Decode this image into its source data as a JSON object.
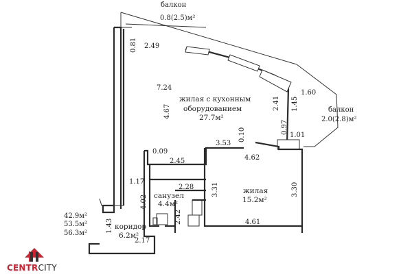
{
  "rooms": {
    "balcony_top": {
      "name": "балкон",
      "area": "0.8(2.5)м²"
    },
    "balcony_right": {
      "name": "балкон",
      "area": "2.0(2.8)м²"
    },
    "living_kitchen": {
      "name_line1": "жилая с кухонным",
      "name_line2": "оборудованием",
      "area": "27.7м²"
    },
    "living": {
      "name": "жилая",
      "area": "15.2м²"
    },
    "bathroom": {
      "name": "санузел",
      "area": "4.4м²"
    },
    "corridor": {
      "name": "коридор",
      "area": "6.2м²"
    }
  },
  "dimensions": {
    "d_081": "0.81",
    "d_249": "2.49",
    "d_724": "7.24",
    "d_467": "4.67",
    "d_241": "2.41",
    "d_145": "1.45",
    "d_160": "1.60",
    "d_097": "0.97",
    "d_101": "1.01",
    "d_010": "0.10",
    "d_353": "3.53",
    "d_462": "4.62",
    "d_009": "0.09",
    "d_245": "2.45",
    "d_117": "1.17",
    "d_228": "2.28",
    "d_331": "3.31",
    "d_330": "3.30",
    "d_402": "4.02",
    "d_242": "2.42",
    "d_461": "4.61",
    "d_143": "1.43",
    "d_217": "2.17"
  },
  "totals": [
    "42.9м²",
    "53.5м²",
    "56.3м²"
  ],
  "brand": {
    "part1": "CENTR",
    "part2": "CITY"
  },
  "colors": {
    "brand_red": "#cf2130",
    "wall": "#2b2b2b"
  }
}
